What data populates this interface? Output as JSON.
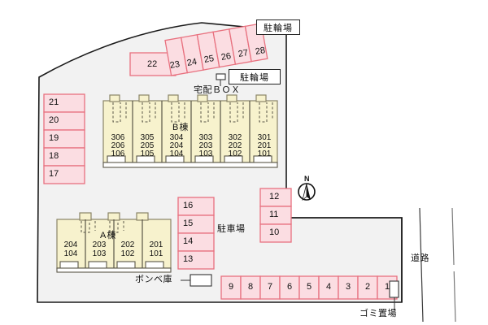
{
  "map": {
    "title": "apartment-complex-site-plan",
    "colors": {
      "stall_fill": "#fbdde2",
      "stall_stroke": "#e8717f",
      "building_fill": "#f7f2cd",
      "building_stroke": "#8a8468",
      "site_fill": "#f2f2f2",
      "site_stroke": "#1a1a1a",
      "label_box_fill": "#ffffff",
      "label_box_stroke": "#222222"
    }
  },
  "labels": {
    "bicycle_parking_top": "駐輪場",
    "bicycle_parking_mid": "駐輪場",
    "delivery_box": "宅配ＢＯＸ",
    "parking_lot": "駐車場",
    "gas_cylinder_storage": "ボンベ庫",
    "garbage_area": "ゴミ置場",
    "road": "道路",
    "north": "N"
  },
  "buildings": [
    {
      "name": "B棟",
      "id": "building-b",
      "units": [
        {
          "floors": [
            "306",
            "206",
            "106"
          ]
        },
        {
          "floors": [
            "305",
            "205",
            "105"
          ]
        },
        {
          "floors": [
            "304",
            "204",
            "104"
          ]
        },
        {
          "floors": [
            "303",
            "203",
            "103"
          ]
        },
        {
          "floors": [
            "302",
            "202",
            "102"
          ]
        },
        {
          "floors": [
            "301",
            "201",
            "101"
          ]
        }
      ]
    },
    {
      "name": "A棟",
      "id": "building-a",
      "units": [
        {
          "floors": [
            "204",
            "104"
          ]
        },
        {
          "floors": [
            "203",
            "103"
          ]
        },
        {
          "floors": [
            "202",
            "102"
          ]
        },
        {
          "floors": [
            "201",
            "101"
          ]
        }
      ]
    }
  ],
  "parking": {
    "left_column": [
      "21",
      "20",
      "19",
      "18",
      "17"
    ],
    "angled_row": [
      "23",
      "24",
      "25",
      "26",
      "27",
      "28"
    ],
    "single_top": "22",
    "mid_column": [
      "16",
      "15",
      "14",
      "13"
    ],
    "right_column": [
      "12",
      "11",
      "10"
    ],
    "bottom_row": [
      "9",
      "8",
      "7",
      "6",
      "5",
      "4",
      "3",
      "2",
      "1"
    ]
  }
}
